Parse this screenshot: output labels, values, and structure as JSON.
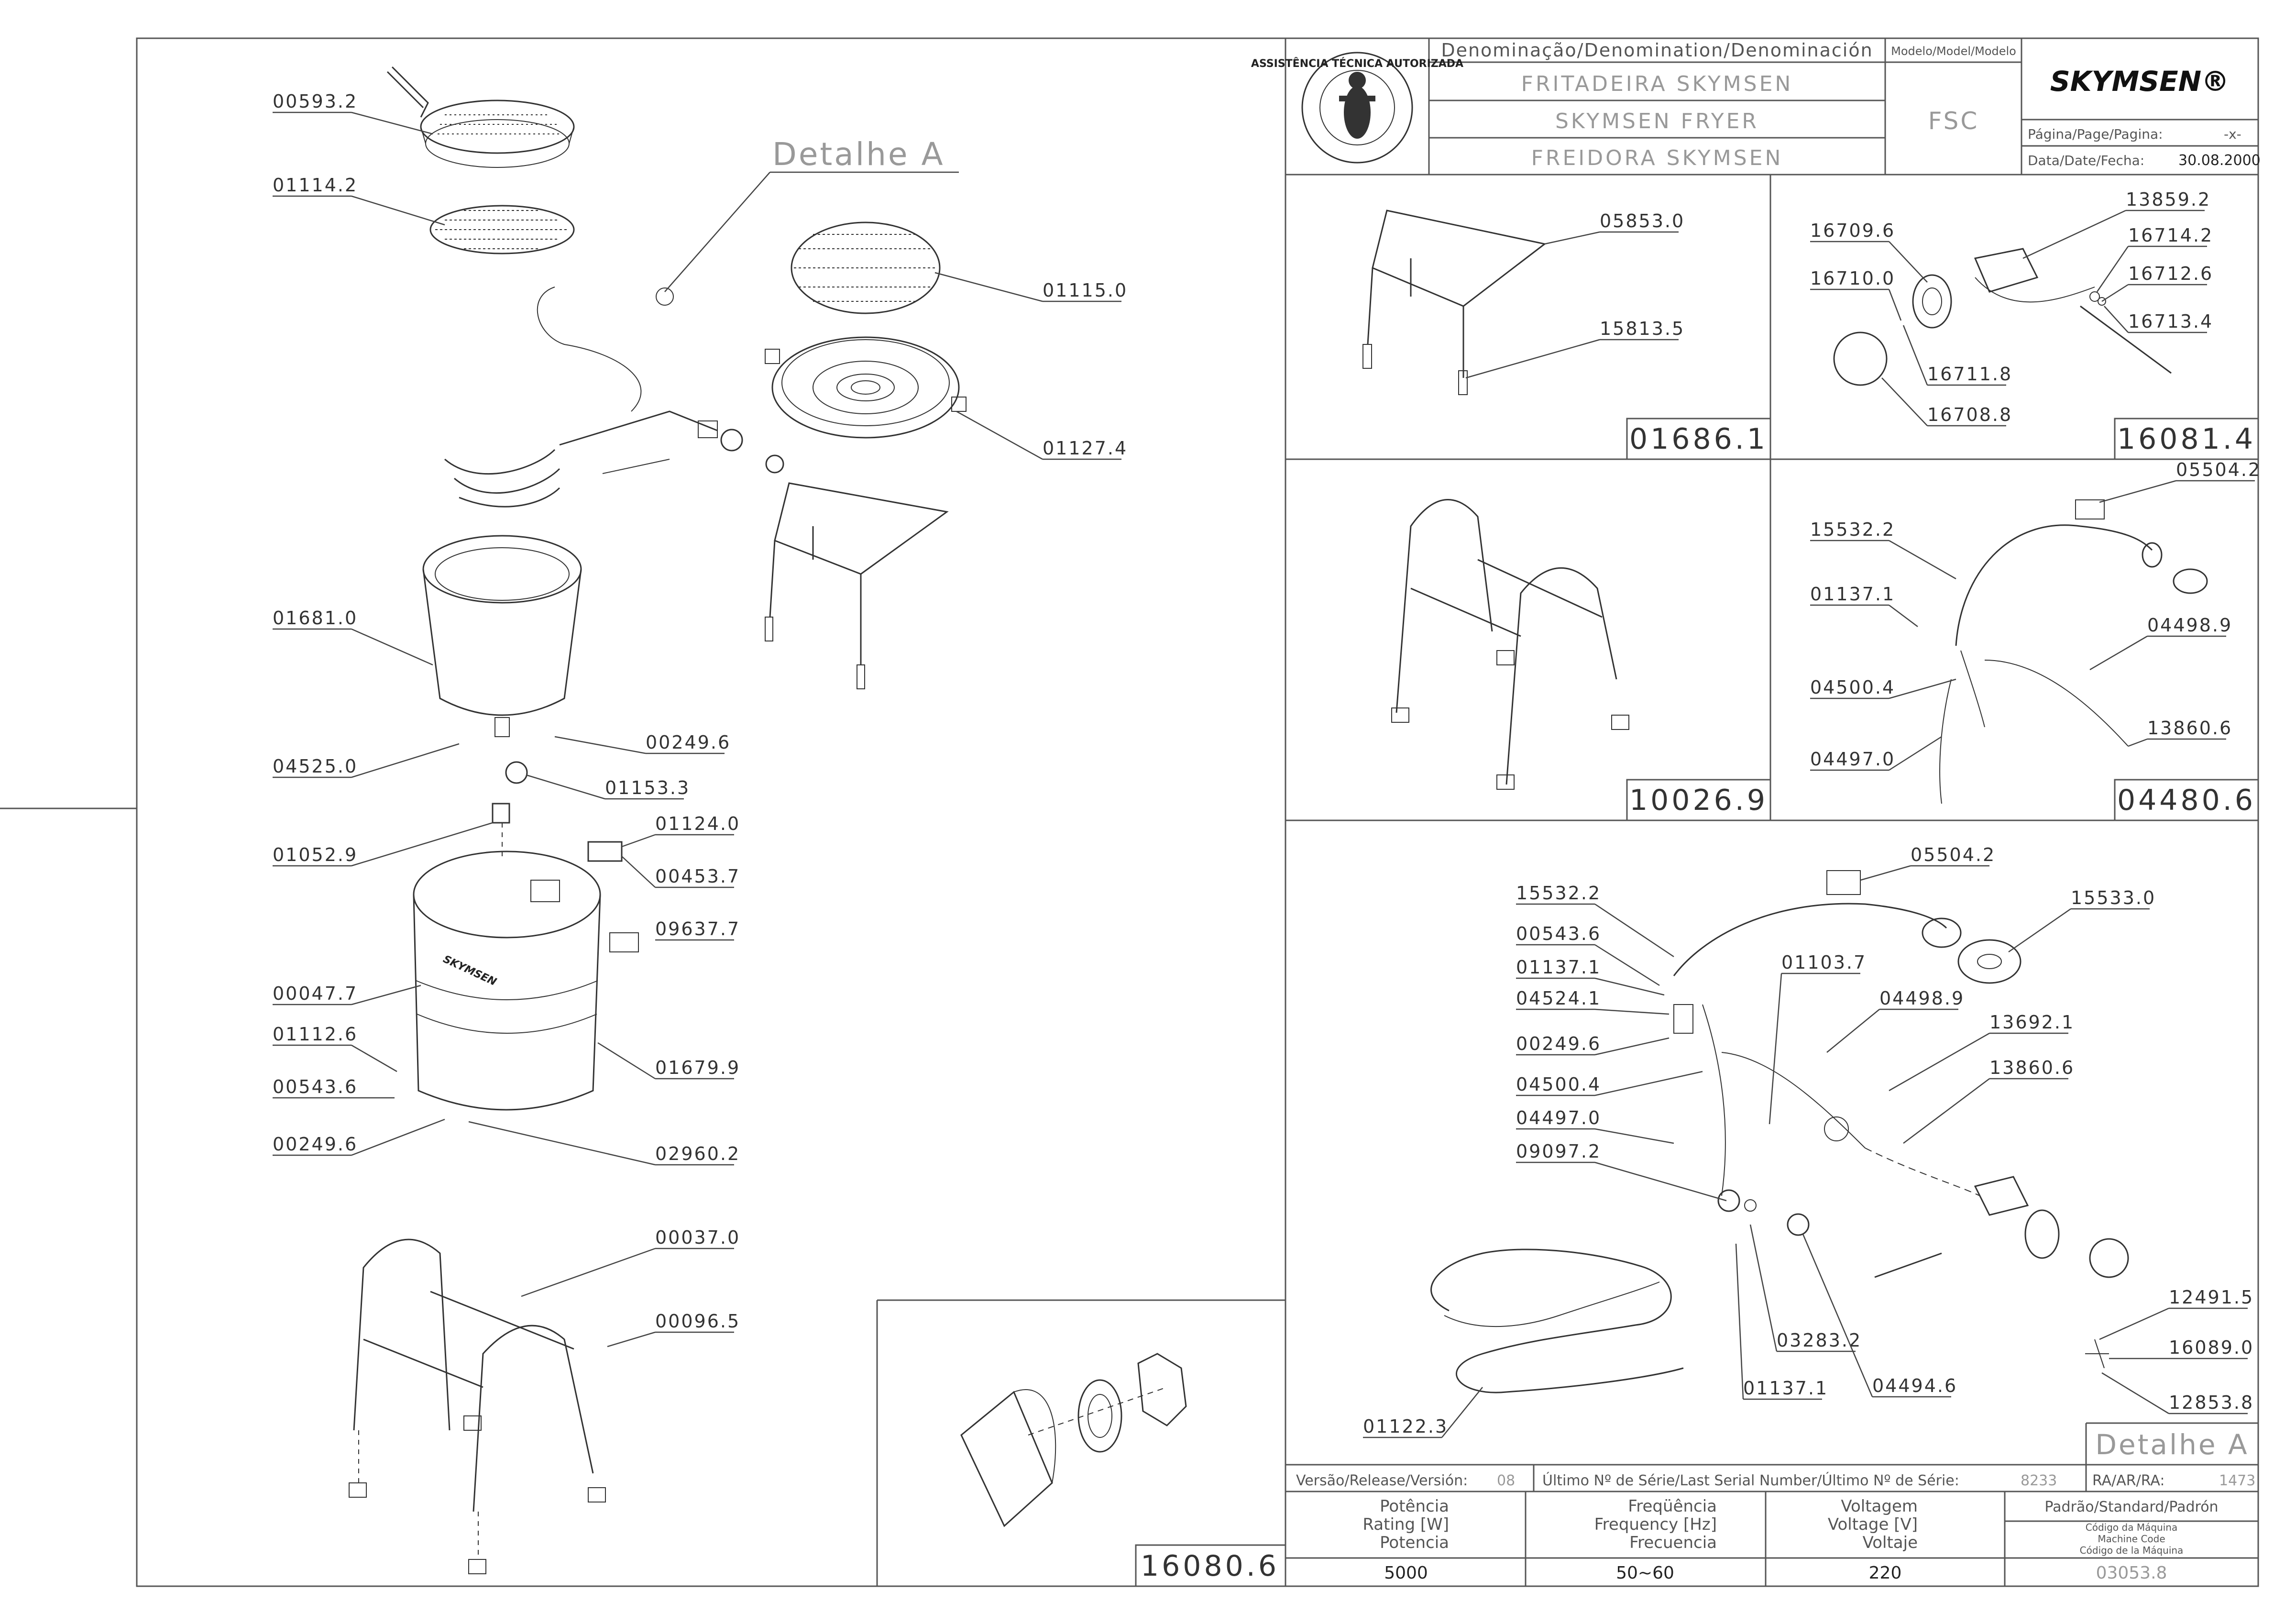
{
  "title_block": {
    "denomination_header": "Denominação/Denomination/Denominación",
    "model_header": "Modelo/Model/Modelo",
    "name_pt": "FRITADEIRA SKYMSEN",
    "name_en": "SKYMSEN FRYER",
    "name_es": "FREIDORA SKYMSEN",
    "model": "FSC",
    "brand": "SKYMSEN®",
    "page_label": "Página/Page/Pagina:",
    "page_value": "-x-",
    "date_label": "Data/Date/Fecha:",
    "date_value": "30.08.2000",
    "seal_text": "ASSISTÊNCIA TÉCNICA AUTORIZADA"
  },
  "main_drawing": {
    "detail_label": "Detalhe A",
    "parts": [
      "00593.2",
      "01114.2",
      "01115.0",
      "01127.4",
      "01681.0",
      "00249.6",
      "04525.0",
      "01153.3",
      "01052.9",
      "01124.0",
      "00453.7",
      "09637.7",
      "00047.7",
      "01112.6",
      "01679.9",
      "00543.6",
      "00249.6",
      "02960.2",
      "00037.0",
      "00096.5"
    ]
  },
  "panels": {
    "p01686": {
      "code": "01686.1",
      "parts": [
        "05853.0",
        "15813.5"
      ]
    },
    "p16081": {
      "code": "16081.4",
      "parts": [
        "13859.2",
        "16709.6",
        "16714.2",
        "16710.0",
        "16712.6",
        "16713.4",
        "16711.8",
        "16708.8"
      ]
    },
    "p10026": {
      "code": "10026.9"
    },
    "p04480": {
      "code": "04480.6",
      "parts": [
        "05504.2",
        "15532.2",
        "01137.1",
        "04498.9",
        "04500.4",
        "13860.6",
        "04497.0"
      ]
    },
    "p16080": {
      "code": "16080.6"
    },
    "detail": {
      "label": "Detalhe A",
      "parts": [
        "15532.2",
        "05504.2",
        "15533.0",
        "00543.6",
        "01137.1",
        "04524.1",
        "00249.6",
        "04500.4",
        "04497.0",
        "09097.2",
        "01103.7",
        "04498.9",
        "13692.1",
        "13860.6",
        "12491.5",
        "16089.0",
        "12853.8",
        "03283.2",
        "04494.6",
        "01137.1",
        "01122.3"
      ]
    }
  },
  "bottom": {
    "version_label": "Versão/Release/Versión:",
    "version_value": "08",
    "serial_label": "Último Nº de Série/Last Serial Number/Último Nº de Série:",
    "serial_value": "8233",
    "ra_label": "RA/AR/RA:",
    "ra_value": "1473",
    "power_labels": [
      "Potência",
      "Rating [W]",
      "Potencia"
    ],
    "power_value": "5000",
    "freq_labels": [
      "Freqüência",
      "Frequency [Hz]",
      "Frecuencia"
    ],
    "freq_value": "50~60",
    "volt_labels": [
      "Voltagem",
      "Voltage [V]",
      "Voltaje"
    ],
    "volt_value": "220",
    "std_label": "Padrão/Standard/Padrón",
    "code_labels": [
      "Código da Máquina",
      "Machine Code",
      "Código de la Máquina"
    ],
    "code_value": "03053.8"
  }
}
